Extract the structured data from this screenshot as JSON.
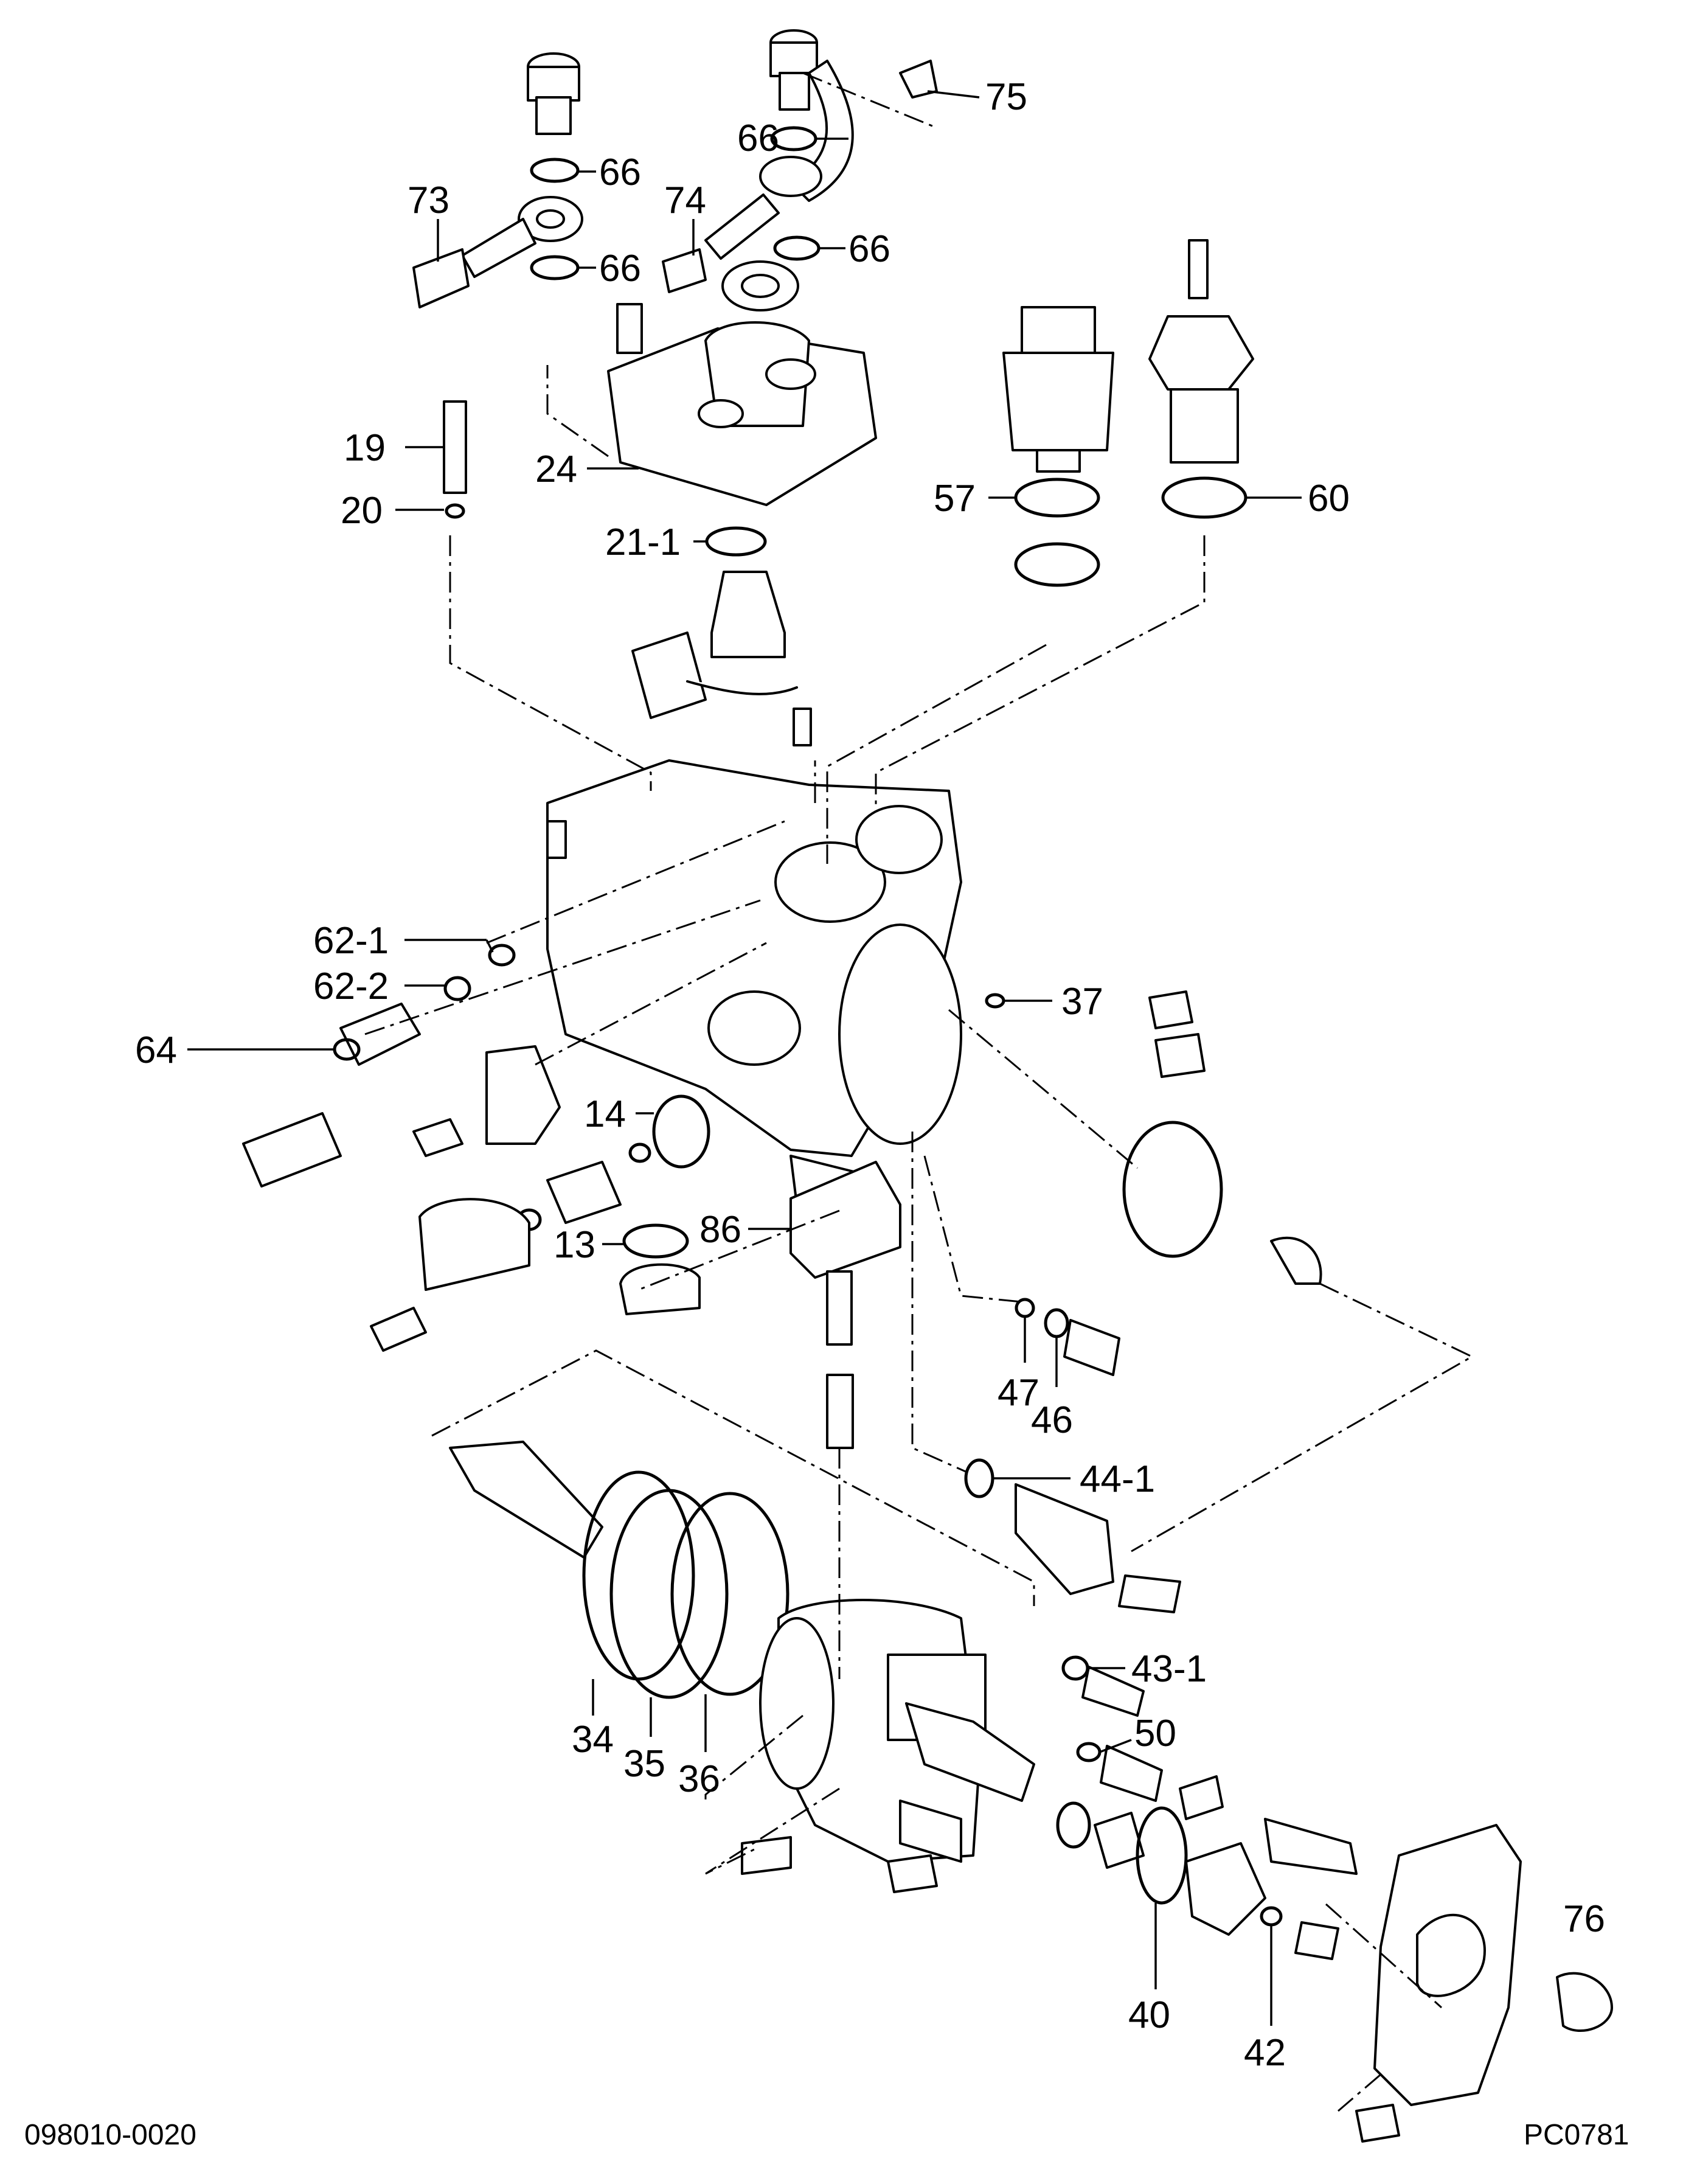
{
  "diagram": {
    "document_code": "098010-0020",
    "figure_code": "PC0781",
    "callouts": [
      {
        "id": "c75",
        "label": "75"
      },
      {
        "id": "c66a",
        "label": "66"
      },
      {
        "id": "c66b",
        "label": "66"
      },
      {
        "id": "c66c",
        "label": "66"
      },
      {
        "id": "c66d",
        "label": "66"
      },
      {
        "id": "c73",
        "label": "73"
      },
      {
        "id": "c74",
        "label": "74"
      },
      {
        "id": "c19",
        "label": "19"
      },
      {
        "id": "c20",
        "label": "20"
      },
      {
        "id": "c24",
        "label": "24"
      },
      {
        "id": "c21",
        "label": "21-1"
      },
      {
        "id": "c57",
        "label": "57"
      },
      {
        "id": "c60",
        "label": "60"
      },
      {
        "id": "c62a",
        "label": "62-1"
      },
      {
        "id": "c62b",
        "label": "62-2"
      },
      {
        "id": "c37",
        "label": "37"
      },
      {
        "id": "c64",
        "label": "64"
      },
      {
        "id": "c14",
        "label": "14"
      },
      {
        "id": "c86",
        "label": "86"
      },
      {
        "id": "c13",
        "label": "13"
      },
      {
        "id": "c47",
        "label": "47"
      },
      {
        "id": "c46",
        "label": "46"
      },
      {
        "id": "c44",
        "label": "44-1"
      },
      {
        "id": "c43",
        "label": "43-1"
      },
      {
        "id": "c50",
        "label": "50"
      },
      {
        "id": "c34",
        "label": "34"
      },
      {
        "id": "c35",
        "label": "35"
      },
      {
        "id": "c36",
        "label": "36"
      },
      {
        "id": "c40",
        "label": "40"
      },
      {
        "id": "c42",
        "label": "42"
      },
      {
        "id": "c76",
        "label": "76"
      }
    ]
  }
}
